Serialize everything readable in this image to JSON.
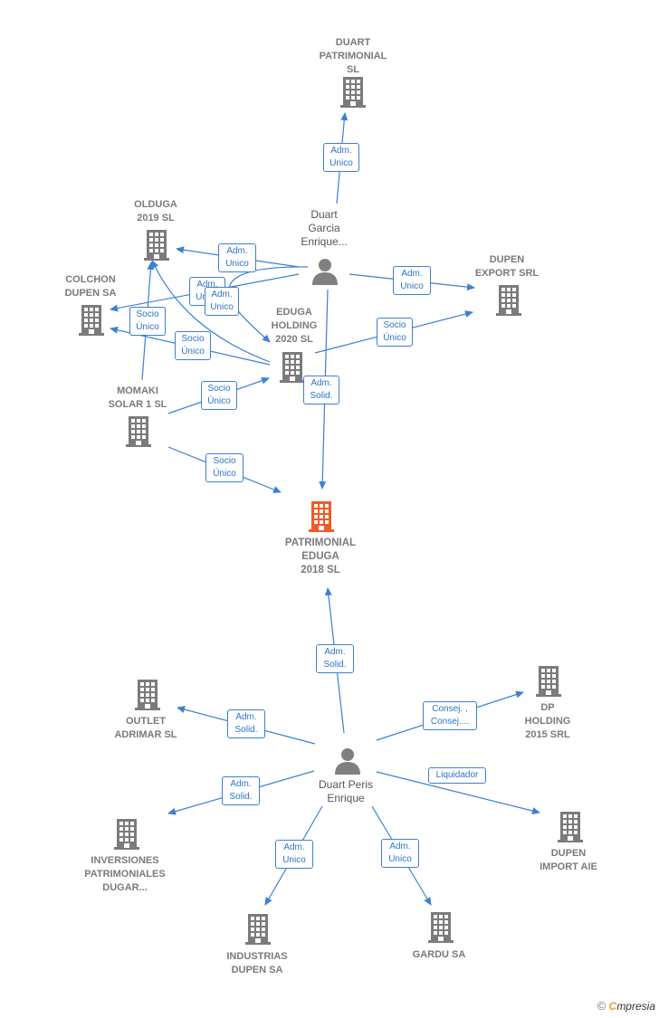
{
  "colors": {
    "edge": "#3d7fd4",
    "building": "#7b7b7b",
    "main_building": "#f05a28",
    "person": "#808080"
  },
  "nodes": [
    {
      "id": "duart_patrimonial",
      "label": "DUART\nPATRIMONIAL\nSL",
      "kind": "company",
      "icon": "building-icon"
    },
    {
      "id": "olduga",
      "label": "OLDUGA\n2019  SL",
      "kind": "company",
      "icon": "building-icon"
    },
    {
      "id": "colchon",
      "label": "COLCHON\nDUPEN SA",
      "kind": "company",
      "icon": "building-icon"
    },
    {
      "id": "eduga_holding",
      "label": "EDUGA\nHOLDING\n2020  SL",
      "kind": "company",
      "icon": "building-icon"
    },
    {
      "id": "dupen_export",
      "label": "DUPEN\nEXPORT SRL",
      "kind": "company",
      "icon": "building-icon"
    },
    {
      "id": "momaki",
      "label": "MOMAKI\nSOLAR 1 SL",
      "kind": "company",
      "icon": "building-icon"
    },
    {
      "id": "patrimonial_eduga",
      "label": "PATRIMONIAL\nEDUGA\n2018  SL",
      "kind": "main",
      "icon": "building-icon"
    },
    {
      "id": "outlet",
      "label": "OUTLET\nADRIMAR  SL",
      "kind": "company",
      "icon": "building-icon"
    },
    {
      "id": "dp_holding",
      "label": "DP\nHOLDING\n2015 SRL",
      "kind": "company",
      "icon": "building-icon"
    },
    {
      "id": "inversiones",
      "label": "INVERSIONES\nPATRIMONIALES\nDUGAR...",
      "kind": "company",
      "icon": "building-icon"
    },
    {
      "id": "dupen_import",
      "label": "DUPEN\nIMPORT AIE",
      "kind": "company",
      "icon": "building-icon"
    },
    {
      "id": "industrias",
      "label": "INDUSTRIAS\nDUPEN SA",
      "kind": "company",
      "icon": "building-icon"
    },
    {
      "id": "gardu",
      "label": "GARDU SA",
      "kind": "company",
      "icon": "building-icon"
    },
    {
      "id": "duart_garcia",
      "label": "Duart\nGarcia\nEnrique...",
      "kind": "person",
      "icon": "person-icon"
    },
    {
      "id": "duart_peris",
      "label": "Duart Peris\nEnrique",
      "kind": "person",
      "icon": "person-icon"
    }
  ],
  "edges": [
    {
      "from": "duart_garcia",
      "to": "duart_patrimonial",
      "label": "Adm.\nUnico"
    },
    {
      "from": "duart_garcia",
      "to": "olduga",
      "label": "Adm.\nUnico"
    },
    {
      "from": "duart_garcia",
      "to": "colchon",
      "label": "Adm.\nUnico"
    },
    {
      "from": "duart_garcia",
      "to": "dupen_export",
      "label": "Adm.\nUnico"
    },
    {
      "from": "duart_garcia",
      "to": "eduga_holding",
      "label": "Adm.\nUnico"
    },
    {
      "from": "duart_garcia",
      "to": "patrimonial_eduga",
      "label": "Adm.\nSolid."
    },
    {
      "from": "eduga_holding",
      "to": "olduga",
      "label": "Socio\nÚnico"
    },
    {
      "from": "eduga_holding",
      "to": "colchon",
      "label": "Socio\nÚnico"
    },
    {
      "from": "eduga_holding",
      "to": "dupen_export",
      "label": "Socio\nÚnico"
    },
    {
      "from": "momaki",
      "to": "olduga",
      "label": "Socio\nÚnico"
    },
    {
      "from": "momaki",
      "to": "eduga_holding",
      "label": "Socio\nÚnico"
    },
    {
      "from": "momaki",
      "to": "patrimonial_eduga",
      "label": "Socio\nÚnico"
    },
    {
      "from": "duart_peris",
      "to": "patrimonial_eduga",
      "label": "Adm.\nSolid."
    },
    {
      "from": "duart_peris",
      "to": "outlet",
      "label": "Adm.\nSolid."
    },
    {
      "from": "duart_peris",
      "to": "dp_holding",
      "label": "Consej. ,\nConsej...."
    },
    {
      "from": "duart_peris",
      "to": "inversiones",
      "label": "Adm.\nSolid."
    },
    {
      "from": "duart_peris",
      "to": "dupen_import",
      "label": "Liquidador"
    },
    {
      "from": "duart_peris",
      "to": "industrias",
      "label": "Adm.\nUnico"
    },
    {
      "from": "duart_peris",
      "to": "gardu",
      "label": "Adm.\nUnico"
    }
  ],
  "footer": {
    "copyright": "©",
    "brand_initial": "C",
    "brand_rest": "mpresia"
  }
}
